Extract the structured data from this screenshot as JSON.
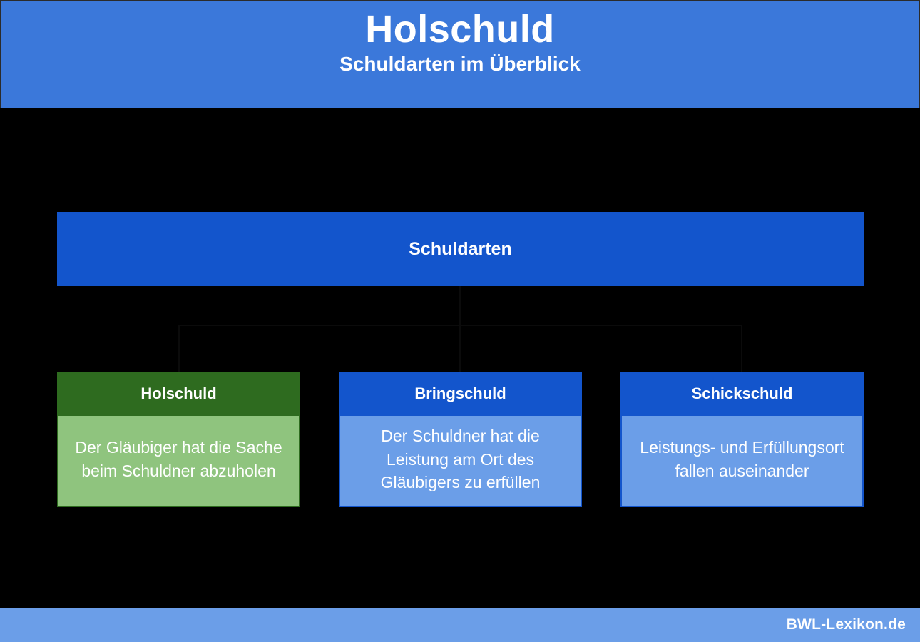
{
  "header": {
    "title": "Holschuld",
    "subtitle": "Schuldarten im Überblick",
    "background_color": "#3B78DA",
    "text_color": "#FFFFFF"
  },
  "diagram": {
    "background_color": "#000000",
    "root": {
      "label": "Schuldarten",
      "background_color": "#1355CC",
      "text_color": "#FFFFFF"
    },
    "children": [
      {
        "title": "Holschuld",
        "description": "Der Gläubiger hat die Sache beim Schuldner abzuholen",
        "header_color": "#2E6B1F",
        "body_color": "#8FC47E",
        "text_color": "#FFFFFF",
        "highlighted": true
      },
      {
        "title": "Bringschuld",
        "description": "Der Schuldner hat die Leistung am Ort des Gläubigers zu erfüllen",
        "header_color": "#1355CC",
        "body_color": "#6B9EE8",
        "text_color": "#FFFFFF",
        "highlighted": false
      },
      {
        "title": "Schickschuld",
        "description": "Leistungs- und Erfüllungsort fallen auseinander",
        "header_color": "#1355CC",
        "body_color": "#6B9EE8",
        "text_color": "#FFFFFF",
        "highlighted": false
      }
    ]
  },
  "footer": {
    "brand": "BWL-Lexikon.de",
    "background_color": "#6B9EE8",
    "text_color": "#FFFFFF"
  }
}
